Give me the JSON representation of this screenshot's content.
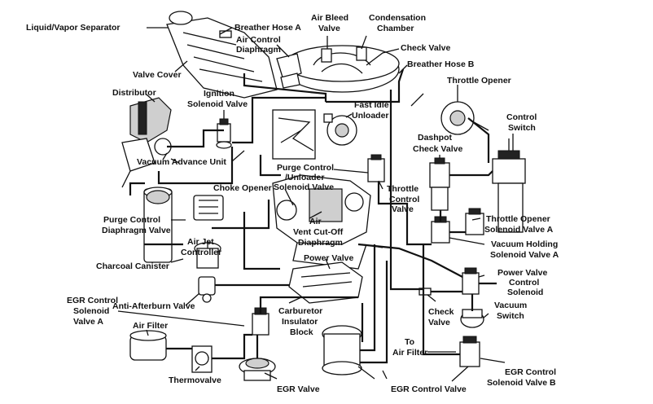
{
  "labels": {
    "liquid_vapor_separator": "Liquid/Vapor Separator",
    "breather_hose_a": "Breather Hose A",
    "air_bleed_valve_1": "Air Bleed",
    "air_bleed_valve_2": "Valve",
    "condensation_chamber_1": "Condensation",
    "condensation_chamber_2": "Chamber",
    "air_control_diaphragm_1": "Air Control",
    "air_control_diaphragm_2": "Diaphragm",
    "check_valve_top": "Check Valve",
    "valve_cover": "Valve Cover",
    "breather_hose_b": "Breather Hose B",
    "distributor": "Distributor",
    "ignition_solenoid_valve_1": "Ignition",
    "ignition_solenoid_valve_2": "Solenoid Valve",
    "throttle_opener": "Throttle Opener",
    "fast_idle_unloader_1": "Fast Idle",
    "fast_idle_unloader_2": "Unloader",
    "control_switch_1": "Control",
    "control_switch_2": "Switch",
    "dashpot_check_valve_1": "Dashpot",
    "dashpot_check_valve_2": "Check Valve",
    "vacuum_advance_unit": "Vacuum Advance Unit",
    "purge_control_unloader_1": "Purge Control",
    "purge_control_unloader_2": "/Unloader",
    "purge_control_unloader_3": "Solenoid Valve",
    "choke_opener": "Choke Opener",
    "throttle_control_valve_1": "Throttle",
    "throttle_control_valve_2": "Control",
    "throttle_control_valve_3": "Valve",
    "purge_control_diaphragm_1": "Purge Control",
    "purge_control_diaphragm_2": "Diaphragm Valve",
    "air_vent_cutoff_1": "Air",
    "air_vent_cutoff_2": "Vent Cut-Off",
    "air_vent_cutoff_3": "Diaphragm",
    "throttle_opener_solenoid_1": "Throttle Opener",
    "throttle_opener_solenoid_2": "Solenoid Valve A",
    "air_jet_controller_1": "Air Jet",
    "air_jet_controller_2": "Controller",
    "vacuum_holding_1": "Vacuum Holding",
    "vacuum_holding_2": "Solenoid Valve A",
    "charcoal_canister": "Charcoal Canister",
    "power_valve": "Power Valve",
    "power_valve_control_1": "Power Valve",
    "power_valve_control_2": "Control",
    "power_valve_control_3": "Solenoid",
    "anti_afterburn_valve": "Anti-Afterburn Valve",
    "egr_control_a_1": "EGR Control",
    "egr_control_a_2": "Solenoid",
    "egr_control_a_3": "Valve A",
    "carburetor_insulator_1": "Carburetor",
    "carburetor_insulator_2": "Insulator",
    "carburetor_insulator_3": "Block",
    "check_valve_lower_1": "Check",
    "check_valve_lower_2": "Valve",
    "vacuum_switch_1": "Vacuum",
    "vacuum_switch_2": "Switch",
    "air_filter": "Air Filter",
    "to_air_filter_1": "To",
    "to_air_filter_2": "Air Filter",
    "thermovalve": "Thermovalve",
    "egr_valve": "EGR Valve",
    "egr_control_valve": "EGR Control Valve",
    "egr_control_b_1": "EGR Control",
    "egr_control_b_2": "Solenoid Valve B"
  }
}
